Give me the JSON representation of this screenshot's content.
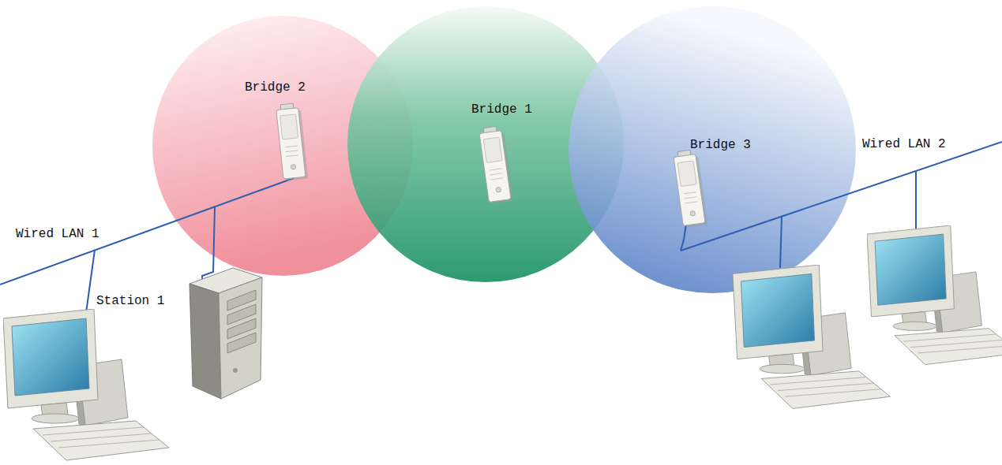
{
  "diagram": {
    "nodes": [
      {
        "text": [
          "Bridge 2"
        ]
      },
      {
        "text": [
          "Bridge 1"
        ]
      },
      {
        "text": [
          "Bridge 3"
        ]
      }
    ],
    "labels": [
      "Wired LAN 1",
      "Station 1",
      "Wired LAN 2"
    ]
  }
}
